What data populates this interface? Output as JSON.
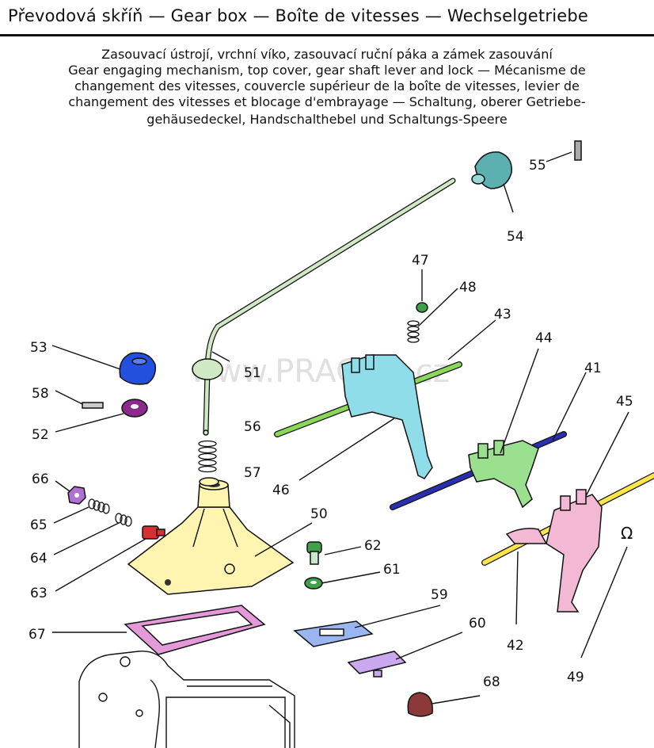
{
  "header": {
    "title": "Převodová skříň — Gear box — Boîte de vitesses — Wechselgetriebe",
    "description_lines": [
      "Zasouvací ústrojí, vrchní víko, zasouvací ruční páka a zámek zasouvání",
      "Gear engaging mechanism, top cover, gear shaft lever and lock — Mécanisme de",
      "changement des vitesses, couvercle supérieur de la boîte de vitesses, levier de",
      "changement des vitesses et blocage d'embrayage — Schaltung, oberer Getriebe-",
      "gehäusedeckel, Handschalthebel und Schaltungs-Speere"
    ]
  },
  "watermark": "www.PRAGOS.cz",
  "parts": {
    "p41": "41",
    "p42": "42",
    "p43": "43",
    "p44": "44",
    "p45": "45",
    "p46": "46",
    "p47": "47",
    "p48": "48",
    "p49": "49",
    "p50": "50",
    "p51": "51",
    "p52": "52",
    "p53": "53",
    "p54": "54",
    "p55": "55",
    "p56": "56",
    "p57": "57",
    "p58": "58",
    "p59": "59",
    "p60": "60",
    "p61": "61",
    "p62": "62",
    "p63": "63",
    "p64": "64",
    "p65": "65",
    "p66": "66",
    "p67": "67",
    "p68": "68"
  },
  "colors": {
    "lever": "#cfe9c4",
    "knob_54": "#5cb0b0",
    "fork_cyan": "#8fdde8",
    "fork_green": "#9be08f",
    "fork_pink": "#f2b8d4",
    "rod_green": "#8ad75a",
    "rod_blue": "#2a2fb0",
    "rod_yellow": "#ffe44a",
    "cover_yellow": "#fff4b0",
    "gasket_pink": "#e49ad9",
    "knob_53": "#2450e0",
    "nut_52": "#8b2a8b",
    "plate_59": "#9ab6f0",
    "plate_60": "#c9a8f0",
    "grommet_68": "#8b3a3a",
    "bolt_63": "#d83030",
    "nut_66": "#b070d0",
    "washer_61": "#3fa14a"
  },
  "symbols": {
    "omega": "Ω"
  }
}
